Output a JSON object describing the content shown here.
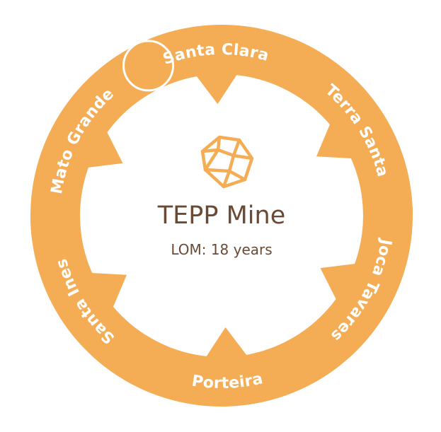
{
  "colors": {
    "segment": "#f4ad55",
    "segment_edge": "#ffffff",
    "text_dark": "#6b4a35",
    "icon": "#f4ad55"
  },
  "center": {
    "icon": "gem-icon",
    "title": "TEPP Mine",
    "subtitle": "LOM: 18 years"
  },
  "segments": [
    {
      "label": "Santa Clara"
    },
    {
      "label": "Terra Santa"
    },
    {
      "label": "Joca Tavares"
    },
    {
      "label": "Porteira"
    },
    {
      "label": "Santa Ines"
    },
    {
      "label": "Mato Grande"
    }
  ]
}
